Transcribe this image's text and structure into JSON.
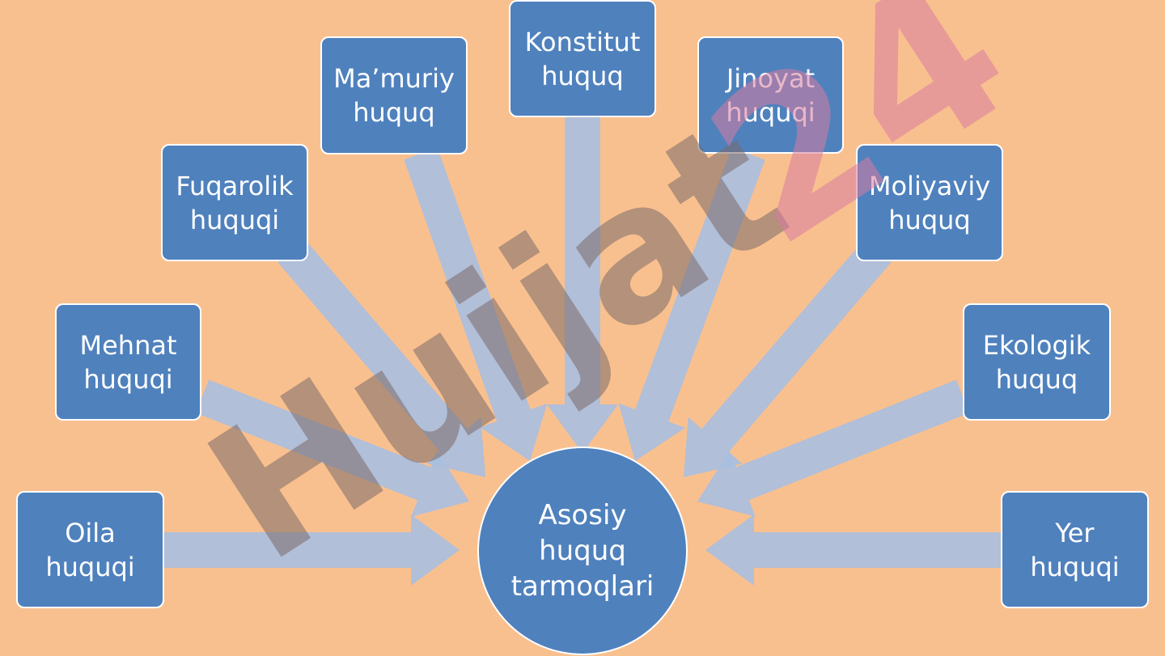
{
  "diagram": {
    "center": {
      "label": "Asosiy\nhuquq\ntarmoqlari"
    },
    "nodes": [
      {
        "id": "oila",
        "label": "Oila\nhuquqi"
      },
      {
        "id": "mehnat",
        "label": "Mehnat\nhuquqi"
      },
      {
        "id": "fuqarolik",
        "label": "Fuqarolik\nhuquqi"
      },
      {
        "id": "mamuriy",
        "label": "Ma’muriy\nhuquq"
      },
      {
        "id": "konstitut",
        "label": "Konstitut\nhuquq"
      },
      {
        "id": "jinoyat",
        "label": "Jinoyat\nhuquqi"
      },
      {
        "id": "moliyaviy",
        "label": "Moliyaviy\nhuquq"
      },
      {
        "id": "ekologik",
        "label": "Ekologik\nhuquq"
      },
      {
        "id": "yer",
        "label": "Yer\nhuquqi"
      }
    ],
    "colors": {
      "background": "#f9c08f",
      "node_fill": "#4f81bd",
      "node_border": "#ffffff",
      "arrow_fill": "#a9bfe0"
    }
  },
  "watermark": {
    "text_main": "Huijat",
    "text_accent": "24",
    "color_main": "#7a6a6a",
    "color_accent": "#d97ba0"
  }
}
